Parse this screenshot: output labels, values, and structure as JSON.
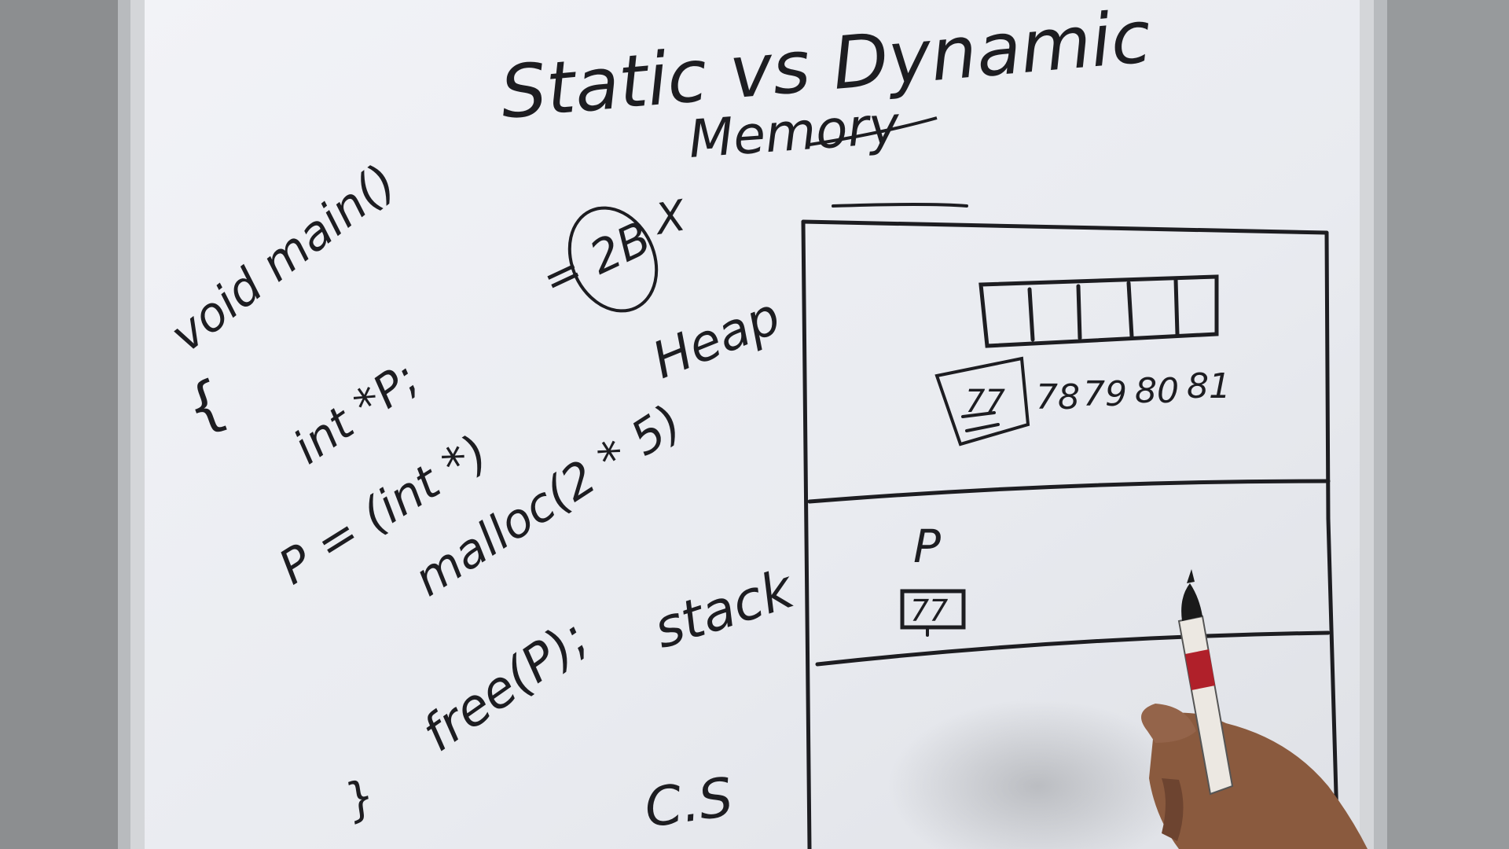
{
  "whiteboard": {
    "title_line1": "Static vs Dynamic",
    "title_line2": "Memory",
    "code": {
      "signature": "void main()",
      "open_brace": "{",
      "declaration": "int *P;",
      "assign": "P = (int *)",
      "malloc_call": "malloc(2 * 5)",
      "free_call": "free(P);",
      "close_brace": "}"
    },
    "annotations": {
      "size_note": "= 2B",
      "size_mark": "X",
      "heap_label": "Heap",
      "stack_label": "stack",
      "code_segment_label": "C.S"
    },
    "heap_diagram": {
      "addresses": [
        "77",
        "78",
        "79",
        "80",
        "81"
      ]
    },
    "stack_diagram": {
      "pointer_name": "P",
      "pointer_value": "77"
    }
  },
  "colors": {
    "board": "#eceef3",
    "ink": "#1d1d21",
    "frame": "#b9bcbf",
    "background_wall": "#8d8f91"
  }
}
